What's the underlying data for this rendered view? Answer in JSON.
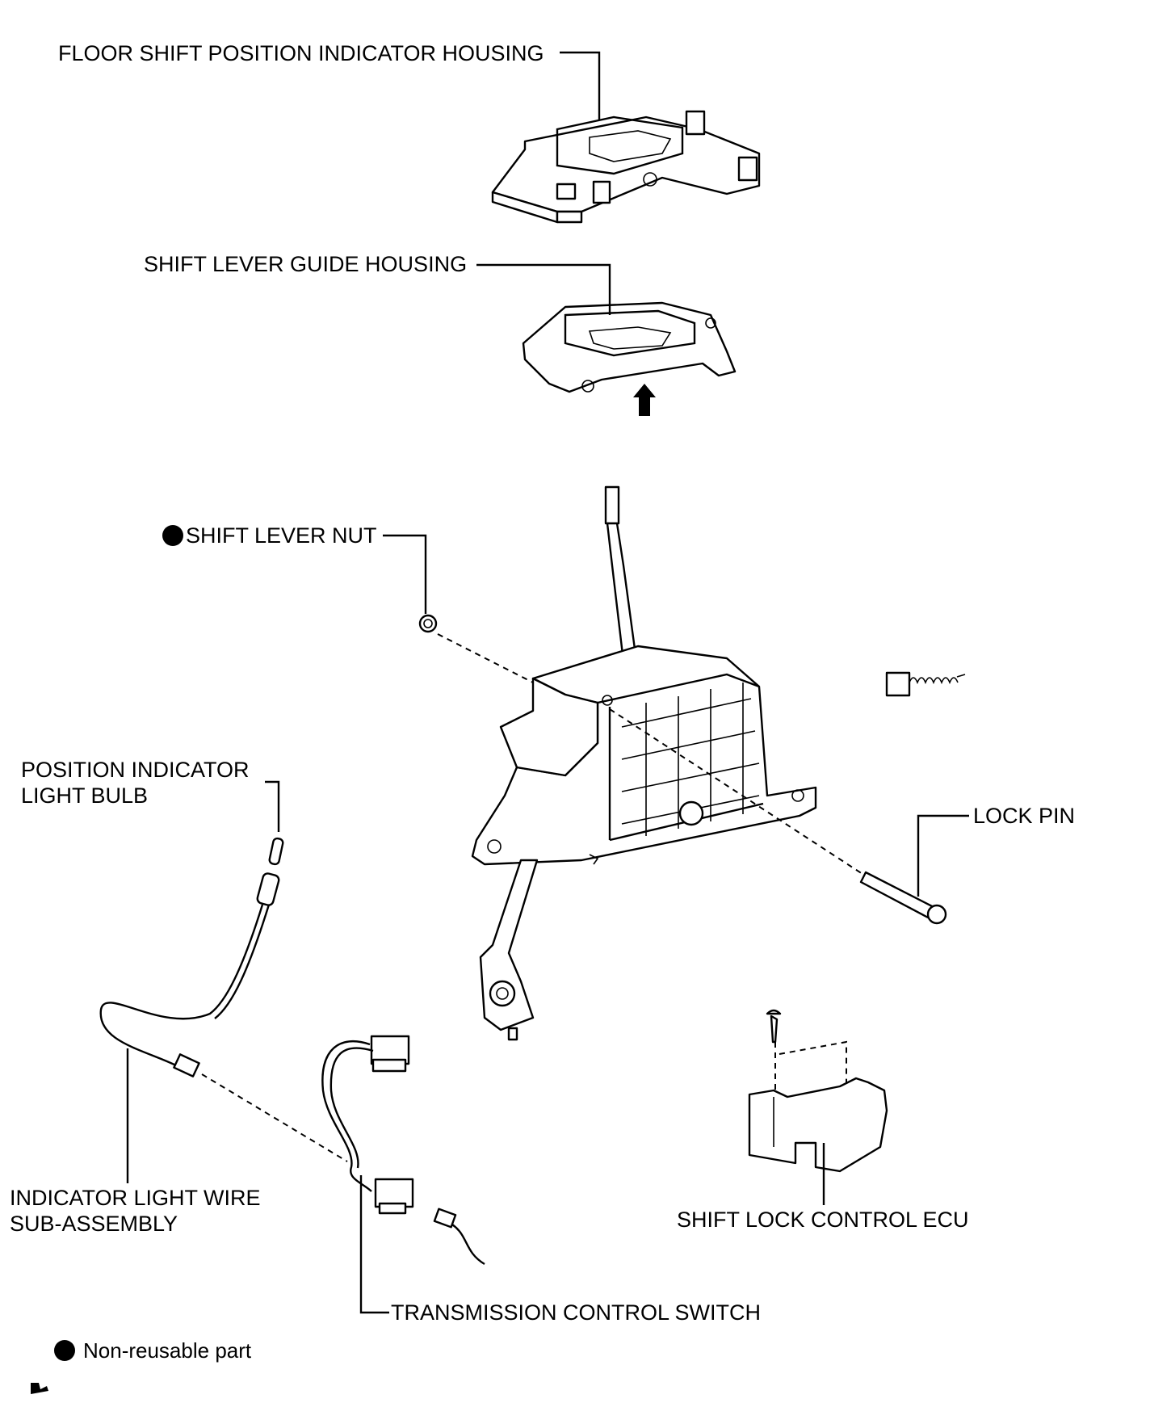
{
  "labels": {
    "floor_housing": "FLOOR SHIFT POSITION INDICATOR HOUSING",
    "guide_housing": "SHIFT LEVER GUIDE HOUSING",
    "lever_nut": "SHIFT LEVER NUT",
    "bulb_line1": "POSITION INDICATOR",
    "bulb_line2": "LIGHT BULB",
    "lock_pin": "LOCK PIN",
    "wire_line1": "INDICATOR LIGHT WIRE",
    "wire_line2": "SUB-ASSEMBLY",
    "ecu": "SHIFT LOCK CONTROL ECU",
    "switch": "TRANSMISSION CONTROL SWITCH"
  },
  "legend": {
    "text": "Non-reusable part",
    "symbol": "filled-circle"
  }
}
